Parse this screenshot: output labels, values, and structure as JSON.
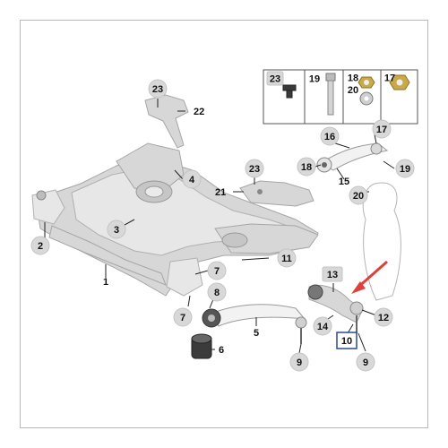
{
  "diagram": {
    "labels": {
      "n1": "1",
      "n2": "2",
      "n3": "3",
      "n4": "4",
      "n5": "5",
      "n6": "6",
      "n7a": "7",
      "n7b": "7",
      "n8": "8",
      "n9a": "9",
      "n9b": "9",
      "n10": "10",
      "n11": "11",
      "n12": "12",
      "n13": "13",
      "n14": "14",
      "n15": "15",
      "n16": "16",
      "n17a": "17",
      "n17b": "17",
      "n18a": "18",
      "n18b": "18",
      "n19a": "19",
      "n19b": "19",
      "n20a": "20",
      "n20b": "20",
      "n21": "21",
      "n22": "22",
      "n23a": "23",
      "n23b": "23",
      "n23c": "23"
    },
    "colors": {
      "badge": "#d8d8d8",
      "arrow": "#e0403a",
      "frame": "#b8b8b8"
    }
  }
}
